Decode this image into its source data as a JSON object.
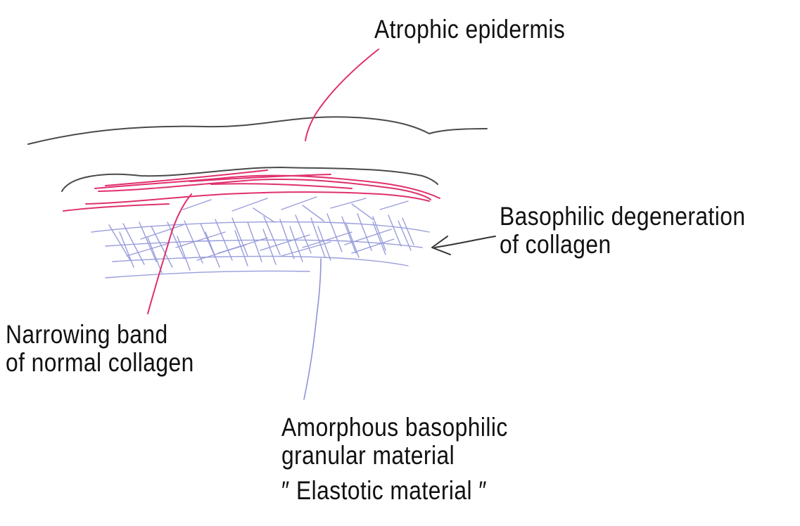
{
  "labels": {
    "atrophic_epidermis": "Atrophic epidermis",
    "basophilic_degeneration": {
      "line1": "Basophilic degeneration",
      "line2": "of collagen"
    },
    "narrowing_band": {
      "line1": "Narrowing band",
      "line2": "of normal collagen"
    },
    "amorphous_material": {
      "line1": "Amorphous basophilic",
      "line2": "granular material",
      "line3": "″ Elastotic material ″"
    }
  },
  "colors": {
    "epidermis_line": "#4a4a4a",
    "normal_collagen": "#e0306e",
    "degenerated_collagen": "#8f93d8",
    "label_text": "#111111",
    "pointer_dark": "#333333"
  }
}
